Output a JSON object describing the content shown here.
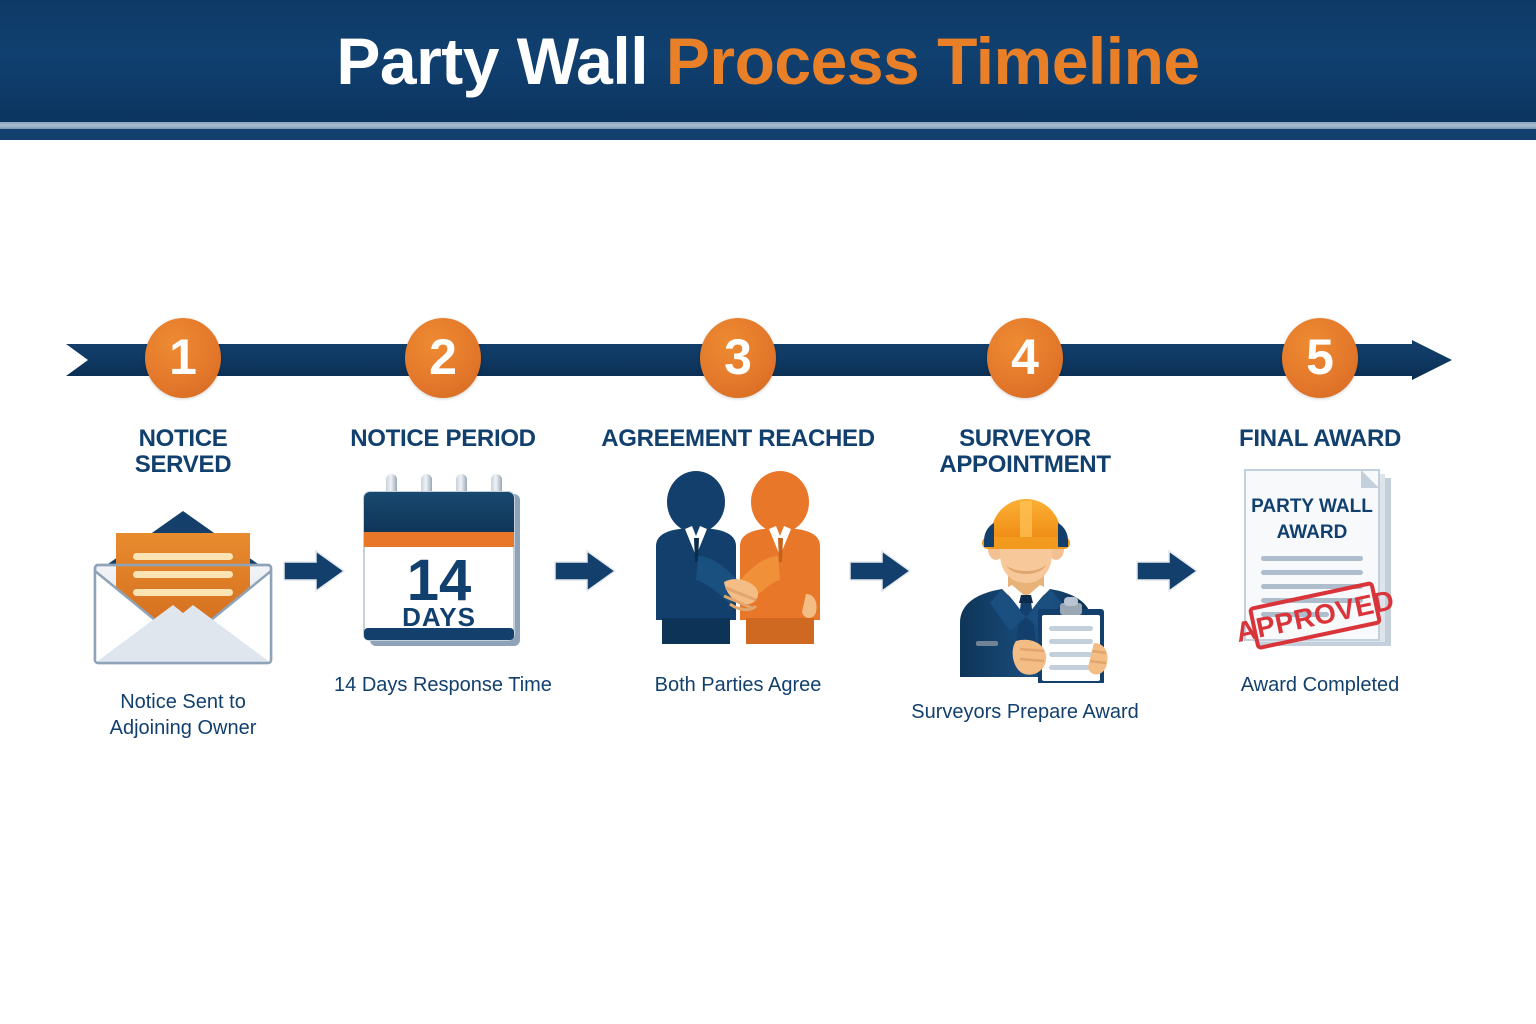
{
  "header": {
    "title_part1": "Party Wall",
    "title_part2": "Process Timeline"
  },
  "colors": {
    "navy": "#12406e",
    "navy_dark": "#0c3560",
    "orange": "#e2762a",
    "orange_light": "#ee8b32",
    "white": "#ffffff",
    "cream": "#fbe3b4",
    "red_stamp": "#d9343a",
    "paper": "#f4f6f8",
    "silver": "#b9c5d2"
  },
  "timeline": {
    "bar_color": "#12406e",
    "arrow_direction": "right",
    "steps": [
      {
        "number": "1",
        "title": "NOTICE\nSERVED",
        "caption": "Notice Sent to\nAdjoining Owner",
        "icon": "open-envelope-icon"
      },
      {
        "number": "2",
        "title": "NOTICE PERIOD",
        "caption": "14 Days Response Time",
        "icon": "calendar-icon",
        "calendar": {
          "big_number": "14",
          "unit_label": "DAYS"
        }
      },
      {
        "number": "3",
        "title": "AGREEMENT REACHED",
        "caption": "Both Parties Agree",
        "icon": "handshake-icon"
      },
      {
        "number": "4",
        "title": "SURVEYOR APPOINTMENT",
        "caption": "Surveyors Prepare Award",
        "icon": "surveyor-clipboard-icon"
      },
      {
        "number": "5",
        "title": "FINAL AWARD",
        "caption": "Award Completed",
        "icon": "award-document-icon",
        "document": {
          "heading_line1": "PARTY WALL",
          "heading_line2": "AWARD",
          "stamp_text": "APPROVED"
        }
      }
    ],
    "connector_icon": "right-arrow-icon",
    "connector_count": 4
  }
}
